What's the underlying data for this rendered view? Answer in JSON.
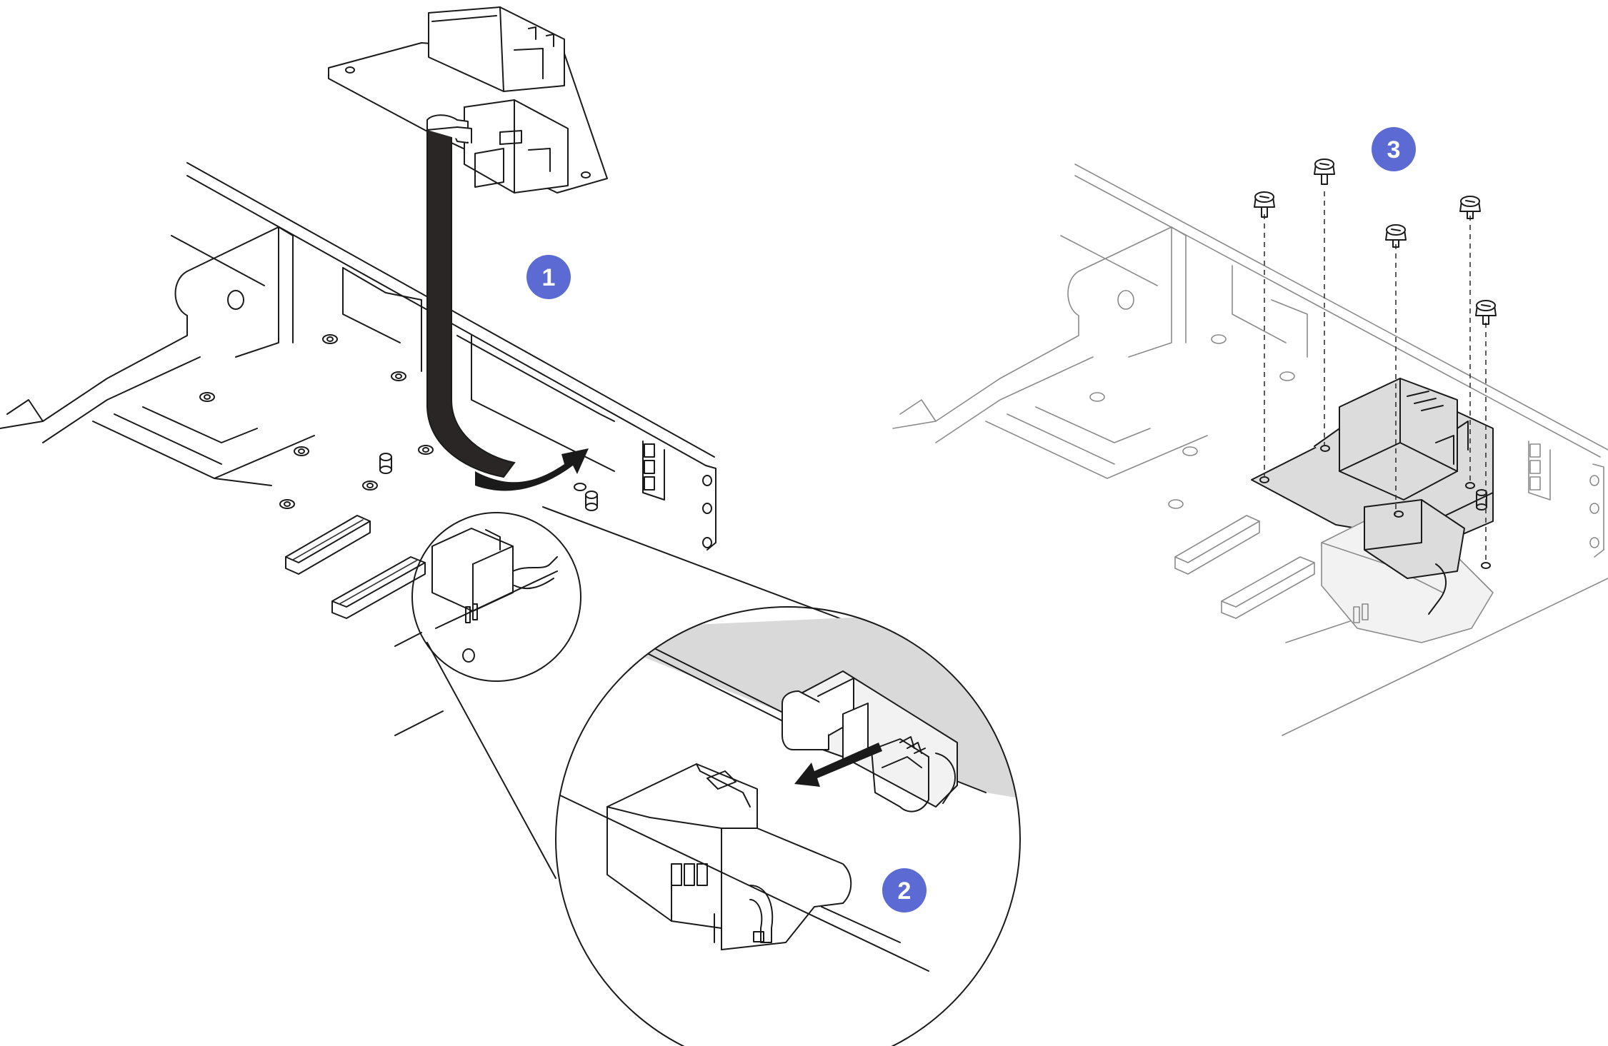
{
  "figure": {
    "step_callouts": [
      {
        "id": "step-1",
        "label": "1",
        "color": "#5b6bd3"
      },
      {
        "id": "step-2",
        "label": "2",
        "color": "#5b6bd3"
      },
      {
        "id": "step-3",
        "label": "3",
        "color": "#5b6bd3"
      }
    ],
    "screw_count": 5
  }
}
